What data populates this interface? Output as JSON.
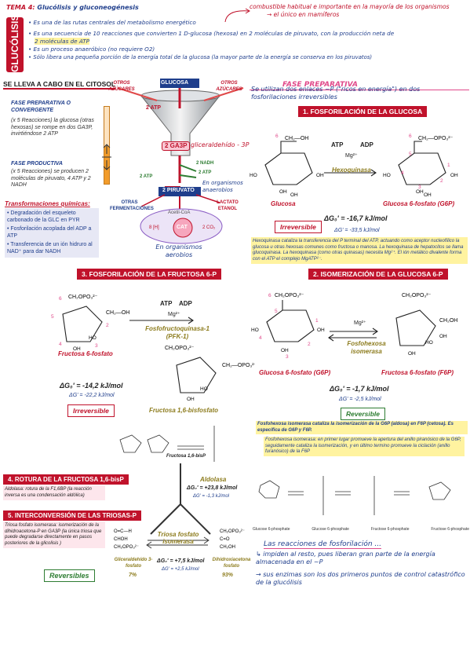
{
  "header": {
    "tema": "TEMA 4:",
    "title": "Glucólisis y gluconeogénesis",
    "sidebar": "GLUCÓLISIS",
    "side_note_1": "combustible habitual e importante en la mayoría de los organismos",
    "side_note_2": "→ el único en mamíferos",
    "bullets": [
      "Es una de las rutas centrales del metabolismo energético",
      "Es una secuencia de 10 reacciones que convierten 1 D-glucosa (hexosa) en 2 moléculas de piruvato, con la producción neta de",
      "2 moléculas de ATP",
      "Es un proceso anaeróbico (no requiere O2)",
      "Sólo libera una pequeña porción de la energía total de la glucosa (la mayor parte de la energía se conserva en los piruvatos)"
    ]
  },
  "left": {
    "citosol": "SE LLEVA A CABO EN EL CITOSOL",
    "prep_title": "FASE PREPARATIVA O CONVERGENTE",
    "prep_body": "(x 5 Reacciones) la glucosa (otras hexosas) se rompe en dos GA3P, invirtiéndose 2 ATP",
    "prod_title": "FASE PRODUCTIVA",
    "prod_body": "(x 5 Reacciones) se producen 2 moléculas de piruvato, 4 ATP y 2 NADH",
    "transf_title": "Transformaciones químicas:",
    "transf_items": [
      "Degradación del esqueleto carbonado de la GLC en PYR",
      "Fosforilación acoplada del ADP a ATP",
      "Transferencia de un ión hidruro al NAD⁺ para dar NADH"
    ]
  },
  "funnel": {
    "glucosa": "GLUCOSA",
    "otros_azucares": "OTROS AZÚCARES",
    "two_atp": "2 ATP",
    "ga3p": "2 GA3P",
    "ga3p_note": "gliceraldehído - 3P",
    "two_nadh": "2 NADH",
    "two_atp_b": "2 ATP",
    "two_atp_c": "2 ATP",
    "piruvato": "2 PIRUVATO",
    "anaerobios": "En organismos anaerobios",
    "otras_ferm": "OTRAS FERMENTACIONES",
    "lactato": "LACTATO ETANOL",
    "acetil": "Acetil-CoA",
    "cat": "CAT",
    "fh": "8 [H]",
    "co2": "2 CO₂",
    "aerobios": "En organismos aerobios"
  },
  "fase_prep": {
    "title": "FASE PREPARATIVA",
    "desc": "Se utilizan dos enlaces ~P (\"ricos en energía\") en dos fosforilaciones irreversibles"
  },
  "s1": {
    "title": "1. FOSFORILACIÓN DE LA GLUCOSA",
    "atp": "ATP",
    "adp": "ADP",
    "mg": "Mg²⁺",
    "enzyme": "Hexoquinasa",
    "sub": "Glucosa",
    "prod": "Glucosa 6-fosfato (G6P)",
    "dg": "ΔG₀' = -16,7 kJ/mol",
    "dg2": "ΔG' = -33,5 kJ/mol",
    "badge": "Irreversible",
    "note": "Hexoquinasa cataliza la transferencia del P terminal del ATP, actuando como aceptor nucleofílico la glucosa u otras hexosas comunes como fructosa o manosa. La hexoquinasa de hepatocitos se llama glucoquinasa. La hexoquinasa (como otras quinasas) necesita Mg²⁺. El ión metálico divalente forma con el ATP el complejo MgATP²⁻."
  },
  "s2": {
    "title": "2. ISOMERIZACIÓN DE LA GLUCOSA 6-P",
    "mg": "Mg²⁺",
    "enzyme": "Fosfohexosa isomerasa",
    "sub": "Glucosa 6-fosfato (G6P)",
    "prod": "Fructosa 6-fosfato (F6P)",
    "dg": "ΔG₀' = -1,7 kJ/mol",
    "dg2": "ΔG' = -2,5 kJ/mol",
    "badge": "Reversible",
    "note1": "Fosfohexosa isomerasa cataliza la isomerización de la G6P (aldosa) en F6P (cetosa). Es específica de G6P y F6P.",
    "note2": "Fosfohexosa isomerasa: en primer lugar promueve la apertura del anillo piranósico de la G6P, seguidamente cataliza la isomerización, y en último termino promueve la ciclación (anillo furanósico) de la F6P",
    "mech_labels": [
      "Glucose 6-phosphate",
      "Glucose 6-phosphate",
      "Fructose 6-phosphate",
      "Fructose 6-phosphate"
    ]
  },
  "s3": {
    "title": "3. FOSFORILACIÓN DE LA FRUCTOSA 6-P",
    "atp": "ATP",
    "adp": "ADP",
    "mg": "Mg²⁺",
    "enzyme": "Fosfofructoquinasa-1 (PFK-1)",
    "sub": "Fructosa 6-fosfato",
    "prod": "Fructosa 1,6-bisfosfato",
    "dg": "ΔG₀' = -14,2 kJ/mol",
    "dg2": "ΔG' = -22,2 kJ/mol",
    "badge": "Irreversible",
    "small_label": "Fructosa 1,6-bisP"
  },
  "s4": {
    "title": "4. ROTURA DE LA FRUCTOSA 1,6-bisP",
    "body": "Aldolasa: rotura de la F1,6BP (la reacción inversa es una condensación aldólica)",
    "enzyme": "Aldolasa",
    "dg": "ΔG₀' = +23,8 kJ/mol",
    "dg2": "ΔG' = -1,3 kJ/mol"
  },
  "s5": {
    "title": "5. INTERCONVERSIÓN DE LAS TRIOSAS-P",
    "body": "Triosa fosfato isomerasa: isomerización de la dihidroacetona-P en GA3P (la única triosa que puede degradarse directamente en pasos posteriores de la glicolisis )",
    "badge": "Reversibles",
    "enzyme": "Triosa fosfato isomerasa",
    "left_name": "Gliceraldehído 3-fosfato",
    "left_pct": "7%",
    "right_name": "Dihidroxiacetona fosfato",
    "right_pct": "93%",
    "dg": "ΔG₀' = +7,5 kJ/mol",
    "dg2": "ΔG' = +2,5 kJ/mol"
  },
  "footer": {
    "title": "Las reacciones de fosforilación ...",
    "b1": "impiden al resto, pues liberan gran parte de la energía almacenada en el ~P",
    "b2": "sus enzimas son los dos primeros puntos de control catastrófico de la glucólisis"
  },
  "colors": {
    "accent_red": "#c0122b",
    "blue": "#1f3e8c",
    "green": "#2e7d32",
    "pink": "#f9c7d3",
    "yellow": "#fff3a0"
  }
}
